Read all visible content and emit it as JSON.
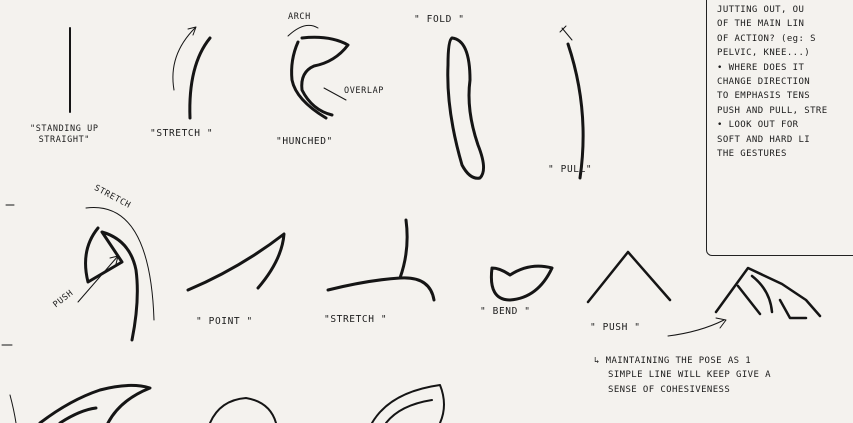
{
  "labels": {
    "standing": "\"STANDING UP\nSTRAIGHT\"",
    "stretch_1": "\"STRETCH \"",
    "arch": "ARCH",
    "overlap": "OVERLAP",
    "hunched": "\"HUNCHED\"",
    "fold": "\" FOLD \"",
    "pull": "\" PULL\"",
    "stretch_2": "STRETCH",
    "push_1": "PUSH",
    "point": "\" POINT \"",
    "stretch_3": "\"STRETCH \"",
    "bend": "\" BEND \"",
    "push_2": "\" PUSH \""
  },
  "notes": [
    "JUTTING OUT, OU",
    "OF THE MAIN LIN",
    "OF ACTION? (eg: S",
    "PELVIC, KNEE...)",
    "• WHERE DOES IT",
    "CHANGE DIRECTION",
    "TO EMPHASIS TENS",
    "PUSH AND PULL, STRE",
    "• LOOK OUT FOR",
    "SOFT AND HARD LI",
    "THE GESTURES"
  ],
  "bottom_note": [
    "↳ MAINTAINING THE POSE AS 1",
    "SIMPLE LINE WILL KEEP GIVE A",
    "SENSE OF COHESIVENESS"
  ]
}
